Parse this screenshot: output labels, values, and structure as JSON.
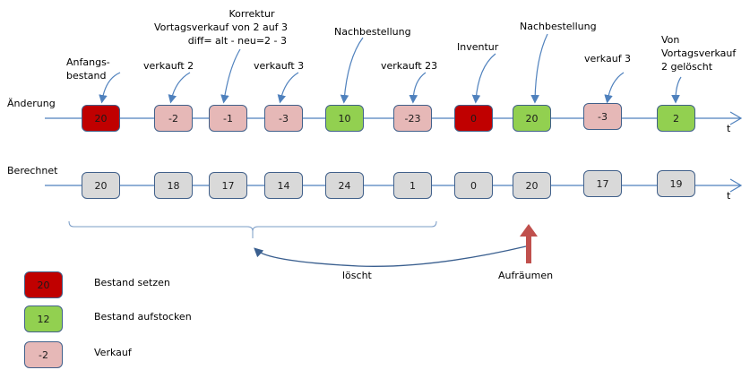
{
  "rows": {
    "change_label": "Änderung",
    "computed_label": "Berechnet",
    "axis_label": "t"
  },
  "change_events": [
    {
      "value": "20",
      "type": "set",
      "annotation": [
        "Anfangs-",
        "bestand"
      ]
    },
    {
      "value": "-2",
      "type": "sale",
      "annotation": [
        "verkauft 2"
      ]
    },
    {
      "value": "-1",
      "type": "sale",
      "annotation": [
        "Korrektur",
        "Vortagsverkauf von 2 auf 3",
        "diff= alt - neu=2  - 3"
      ]
    },
    {
      "value": "-3",
      "type": "sale",
      "annotation": [
        "verkauft 3"
      ]
    },
    {
      "value": "10",
      "type": "restock",
      "annotation": [
        "Nachbestellung"
      ]
    },
    {
      "value": "-23",
      "type": "sale",
      "annotation": [
        "verkauft 23"
      ]
    },
    {
      "value": "0",
      "type": "set",
      "annotation": [
        "Inventur"
      ]
    },
    {
      "value": "20",
      "type": "restock",
      "annotation": [
        "Nachbestellung"
      ]
    },
    {
      "value": "-3",
      "type": "sale",
      "annotation": [
        "verkauf 3"
      ]
    },
    {
      "value": "2",
      "type": "restock",
      "annotation": [
        "Von",
        "Vortagsverkauf",
        "2 gelöscht"
      ]
    }
  ],
  "computed_values": [
    "20",
    "18",
    "17",
    "14",
    "24",
    "1",
    "0",
    "20",
    "17",
    "19"
  ],
  "cleanup": {
    "deletes_label": "löscht",
    "cleanup_label": "Aufräumen"
  },
  "legend": [
    {
      "value": "20",
      "type": "set",
      "label": "Bestand setzen"
    },
    {
      "value": "12",
      "type": "restock",
      "label": "Bestand aufstocken"
    },
    {
      "value": "-2",
      "type": "sale",
      "label": "Verkauf"
    }
  ],
  "colors": {
    "set": "#c00000",
    "restock": "#92d050",
    "sale": "#e6b8b7",
    "computed": "#d9d9d9",
    "line": "#4f81bd",
    "border": "#41608a",
    "cleanup_arrow": "#c0504d"
  }
}
